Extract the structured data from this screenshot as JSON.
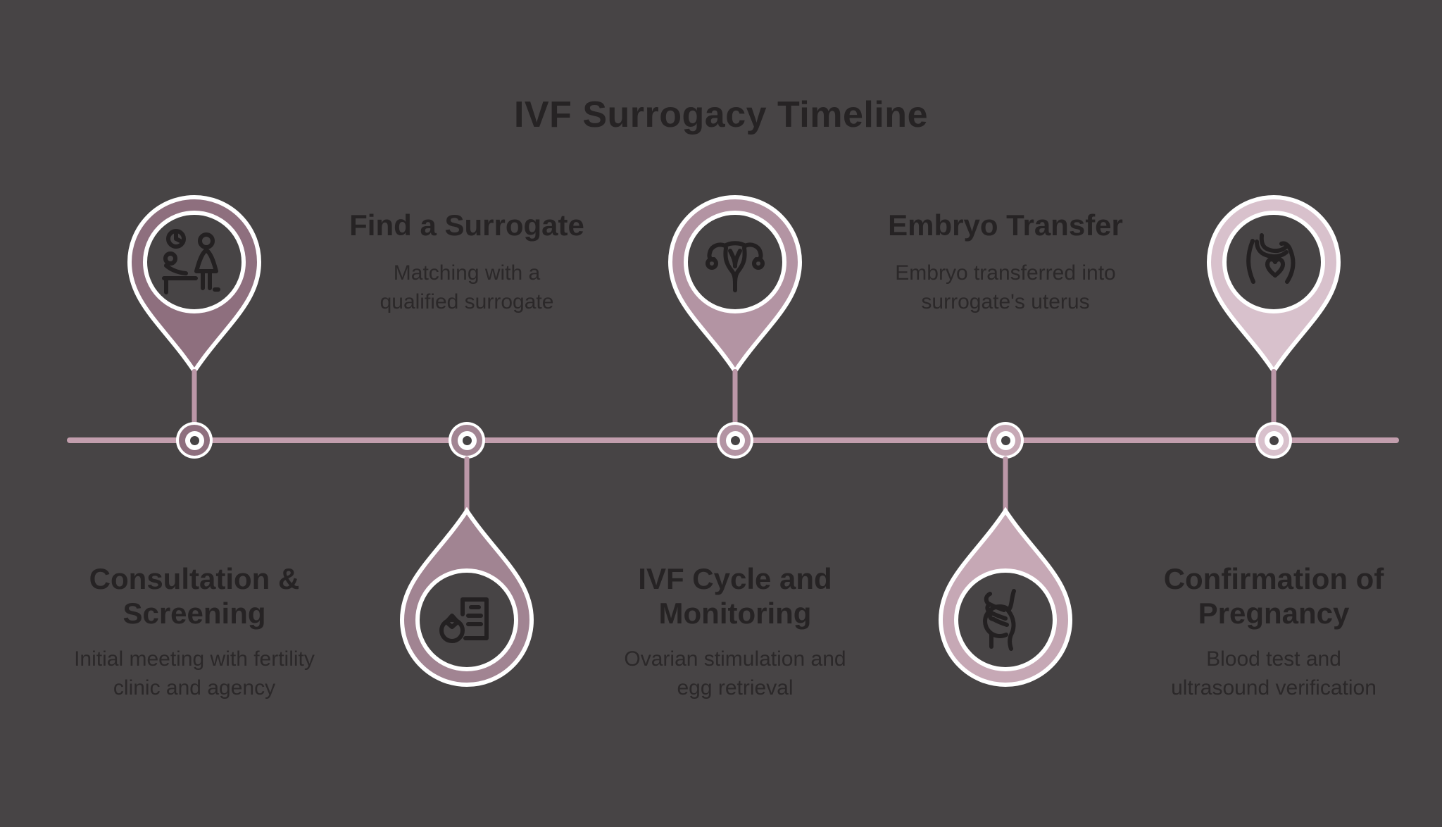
{
  "title": "IVF Surrogacy Timeline",
  "colors": {
    "background": "#474445",
    "timeline_line": "#c29ead",
    "stem": "#bb97a7",
    "pin_outline": "#ffffff",
    "icon_stroke": "#232021",
    "heading_text": "#262324",
    "body_text": "#2b2829"
  },
  "timeline": {
    "node_count": 5,
    "orientation": "horizontal"
  },
  "stages": [
    {
      "title": "Consultation & Screening",
      "description": "Initial meeting with fertility clinic and agency",
      "icon": "consultation-icon",
      "pin_color": "#8e6f7e",
      "pin_position": "above-line",
      "text_position": "below-line"
    },
    {
      "title": "Find a Surrogate",
      "description": "Matching with a qualified surrogate",
      "icon": "surrogate-matching-icon",
      "pin_color": "#a18492",
      "pin_position": "below-line",
      "text_position": "above-line"
    },
    {
      "title": "IVF Cycle and Monitoring",
      "description": "Ovarian stimulation and egg retrieval",
      "icon": "uterus-icon",
      "pin_color": "#b394a3",
      "pin_position": "above-line",
      "text_position": "below-line"
    },
    {
      "title": "Embryo Transfer",
      "description": "Embryo transferred into surrogate's uterus",
      "icon": "embryo-transfer-icon",
      "pin_color": "#c6a8b5",
      "pin_position": "below-line",
      "text_position": "above-line"
    },
    {
      "title": "Confirmation of Pregnancy",
      "description": "Blood test and ultrasound verification",
      "icon": "pregnancy-confirmation-icon",
      "pin_color": "#d8c1cc",
      "pin_position": "above-line",
      "text_position": "below-line"
    }
  ]
}
